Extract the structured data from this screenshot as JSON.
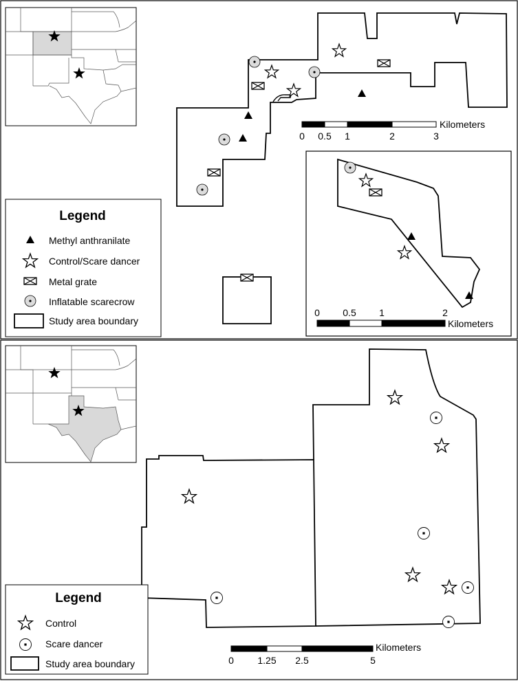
{
  "top_panel": {
    "legend": {
      "title": "Legend",
      "items": [
        {
          "symbol": "triangle",
          "label": "Methyl anthranilate"
        },
        {
          "symbol": "star",
          "label": "Control/Scare dancer"
        },
        {
          "symbol": "grate",
          "label": "Metal grate"
        },
        {
          "symbol": "scarecrow",
          "label": "Inflatable scarecrow"
        },
        {
          "symbol": "boundary",
          "label": "Study area boundary"
        }
      ]
    },
    "scalebar_main": {
      "unit": "Kilometers",
      "ticks": [
        "0",
        "0.5",
        "1",
        "2",
        "3"
      ]
    },
    "scalebar_inset": {
      "unit": "Kilometers",
      "ticks": [
        "0",
        "0.5",
        "1",
        "2"
      ]
    }
  },
  "bottom_panel": {
    "legend": {
      "title": "Legend",
      "items": [
        {
          "symbol": "star",
          "label": "Control"
        },
        {
          "symbol": "dancer",
          "label": "Scare dancer"
        },
        {
          "symbol": "boundary",
          "label": "Study area boundary"
        }
      ]
    },
    "scalebar": {
      "unit": "Kilometers",
      "ticks": [
        "0",
        "1.25",
        "2.5",
        "5"
      ]
    }
  },
  "colors": {
    "highlight_state": "#d9d9d9",
    "line": "#000000",
    "scarecrow_fill": "#dcdcdc"
  }
}
